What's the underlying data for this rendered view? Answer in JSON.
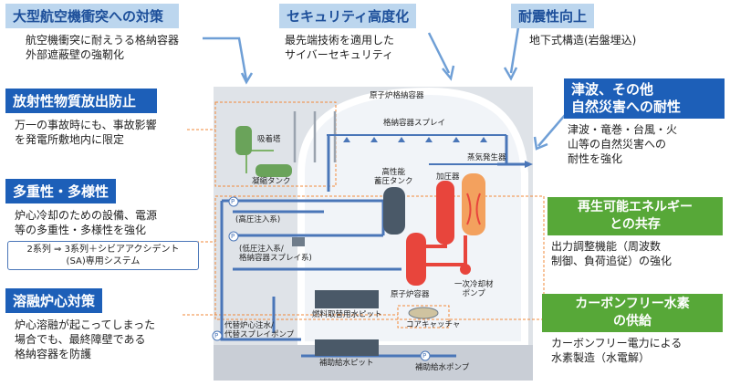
{
  "panels": {
    "aircraft": {
      "title": "大型航空機衝突への対策",
      "desc": [
        "航空機衝突に耐えうる格納容器",
        "外部遮蔽壁の強靭化"
      ]
    },
    "security": {
      "title": "セキュリティ高度化",
      "desc": [
        "最先端技術を適用した",
        "サイバーセキュリティ"
      ]
    },
    "seismic": {
      "title": "耐震性向上",
      "desc": [
        "地下式構造(岩盤埋込)"
      ]
    },
    "radiation": {
      "title": "放射性物質放出防止",
      "desc": [
        "万一の事故時にも、事故影響",
        "を発電所敷地内に限定"
      ]
    },
    "tsunami": {
      "title": [
        "津波、その他",
        "自然災害への耐性"
      ],
      "desc": [
        "津波・竜巻・台風・火",
        "山等の自然災害への",
        "耐性を強化"
      ]
    },
    "redundancy": {
      "title": "多重性・多様性",
      "desc": [
        "炉心冷却のための設備、電源",
        "等の多重性・多様性を強化"
      ],
      "subbox": [
        "2系列 ⇒ 3系列＋シビアアクシデント",
        "(SA)専用システム"
      ]
    },
    "renewable": {
      "title": [
        "再生可能エネルギー",
        "との共存"
      ],
      "desc": [
        "出力調整機能（周波数",
        "制御、負荷追従）の強化"
      ]
    },
    "meltdown": {
      "title": "溶融炉心対策",
      "desc": [
        "炉心溶融が起こってしまった",
        "場合でも、最終障壁である",
        "格納容器を防護"
      ]
    },
    "hydrogen": {
      "title": [
        "カーボンフリー水素",
        "の供給"
      ],
      "desc": [
        "カーボンフリー電力による",
        "水素製造（水電解）"
      ]
    }
  },
  "diagram_labels": {
    "containment": "原子炉格納容器",
    "spray": "格納容器スプレイ",
    "absorption_tower": "吸着塔",
    "condensate_tank": "凝縮タンク",
    "accumulator": [
      "高性能",
      "蓄圧タンク"
    ],
    "pressurizer": "加圧器",
    "steam_generator": "蒸気発生器",
    "hp_injection": "(高圧注入系)",
    "lp_injection": [
      "(低圧注入系/",
      "格納容器スプレイ系)"
    ],
    "reactor_vessel": "原子炉容器",
    "primary_pump": [
      "一次冷却材",
      "ポンプ"
    ],
    "fuel_pit": "燃料取替用水ピット",
    "core_catcher": "コアキャッチャ",
    "alt_pump": [
      "代替炉心注水/",
      "代替スプレイポンプ"
    ],
    "aux_pit": "補助給水ピット",
    "aux_pump": "補助給水ポンプ",
    "pump_symbol": "P"
  },
  "colors": {
    "title_blue": "#1d5fb8",
    "title_light": "#bcd6ee",
    "title_green": "#57a838",
    "pipe_blue": "#4a76b8",
    "reactor_red": "#e8453c",
    "steam_orange": "#f3a15e",
    "arrow_blue": "#6f9fd6"
  }
}
